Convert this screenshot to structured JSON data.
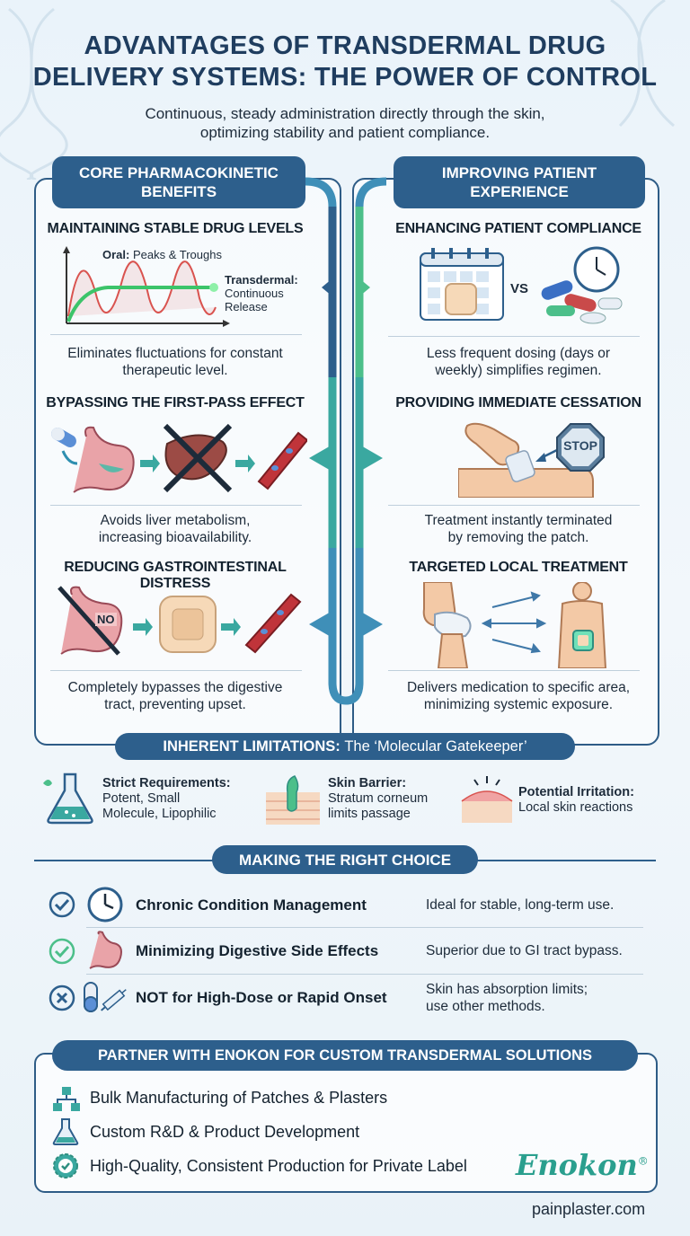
{
  "header": {
    "title_line1": "ADVANTAGES OF TRANSDERMAL DRUG",
    "title_line2": "DELIVERY SYSTEMS: THE POWER OF CONTROL",
    "subtitle_line1": "Continuous, steady administration directly through the skin,",
    "subtitle_line2": "optimizing stability and patient compliance."
  },
  "left_panel": {
    "label_line1": "CORE PHARMACOKINETIC",
    "label_line2": "BENEFITS",
    "sections": [
      {
        "heading": "MAINTAINING STABLE DRUG LEVELS",
        "desc_line1": "Eliminates fluctuations for constant",
        "desc_line2": "therapeutic level."
      },
      {
        "heading": "BYPASSING THE FIRST-PASS EFFECT",
        "desc_line1": "Avoids liver metabolism,",
        "desc_line2": "increasing bioavailability."
      },
      {
        "heading": "REDUCING GASTROINTESTINAL DISTRESS",
        "desc_line1": "Completely bypasses the digestive",
        "desc_line2": "tract, preventing upset."
      }
    ],
    "chart": {
      "oral_bold": "Oral:",
      "oral_rest": "Peaks & Troughs",
      "transdermal_bold": "Transdermal:",
      "transdermal_line2": "Continuous",
      "transdermal_line3": "Release"
    },
    "no_label": "NO"
  },
  "right_panel": {
    "label_line1": "IMPROVING PATIENT",
    "label_line2": "EXPERIENCE",
    "sections": [
      {
        "heading": "ENHANCING PATIENT COMPLIANCE",
        "desc_line1": "Less frequent dosing (days or",
        "desc_line2": "weekly) simplifies regimen."
      },
      {
        "heading": "PROVIDING IMMEDIATE CESSATION",
        "desc_line1": "Treatment instantly terminated",
        "desc_line2": "by removing the patch."
      },
      {
        "heading": "TARGETED LOCAL TREATMENT",
        "desc_line1": "Delivers medication to specific area,",
        "desc_line2": "minimizing systemic exposure."
      }
    ],
    "vs_label": "VS",
    "stop_label": "STOP"
  },
  "limitations": {
    "heading_bold": "INHERENT LIMITATIONS:",
    "heading_rest": "The ‘Molecular Gatekeeper’",
    "items": [
      {
        "title": "Strict Requirements:",
        "line2": "Potent, Small",
        "line3": "Molecule, Lipophilic"
      },
      {
        "title": "Skin Barrier:",
        "line2": "Stratum corneum",
        "line3": "limits passage"
      },
      {
        "title": "Potential Irritation:",
        "line2": "Local skin reactions",
        "line3": ""
      }
    ]
  },
  "choice": {
    "heading": "MAKING THE RIGHT CHOICE",
    "rows": [
      {
        "label": "Chronic Condition Management",
        "desc_line1": "Ideal for stable, long-term use.",
        "desc_line2": "",
        "status": "check"
      },
      {
        "label": "Minimizing Digestive Side Effects",
        "desc_line1": "Superior due to GI tract bypass.",
        "desc_line2": "",
        "status": "check"
      },
      {
        "label": "NOT for High-Dose or Rapid Onset",
        "desc_line1": "Skin has absorption limits;",
        "desc_line2": "use other methods.",
        "status": "cross"
      }
    ]
  },
  "partner": {
    "heading": "PARTNER WITH ENOKON FOR CUSTOM TRANSDERMAL SOLUTIONS",
    "items": [
      "Bulk Manufacturing of Patches & Plasters",
      "Custom R&D & Product Development",
      "High-Quality, Consistent Production for Private Label"
    ],
    "brand": "Enokon",
    "brand_mark": "®",
    "website": "painplaster.com"
  },
  "colors": {
    "navy": "#2d5f8c",
    "teal": "#3aa8a0",
    "green": "#4cbf8a",
    "oral_red": "#d9534f",
    "transdermal_green": "#3cc46a"
  }
}
